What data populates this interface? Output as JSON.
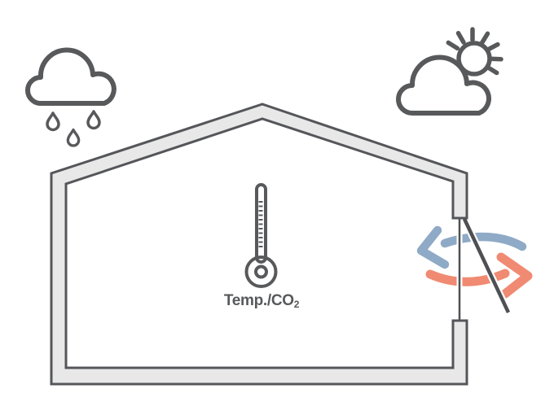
{
  "page": {
    "background_color": "#ffffff"
  },
  "diagram": {
    "label": {
      "main": "Temp./CO",
      "subscript": "2"
    },
    "colors": {
      "house_wall_fill": "#e8e8e8",
      "house_outline": "#55565a",
      "icon_stroke": "#58595b",
      "incoming_air_blue": "#8faac6",
      "outgoing_air_orange": "#f08a72",
      "window_line": "#4f5054"
    },
    "icons": {
      "rain_cloud": "rain-cloud-icon",
      "sun_behind_cloud": "sun-behind-cloud-icon",
      "thermometer": "thermometer-icon",
      "open_window": "open-window-vent",
      "incoming_air": "incoming-air-arrow",
      "outgoing_air": "outgoing-air-arrow"
    }
  }
}
